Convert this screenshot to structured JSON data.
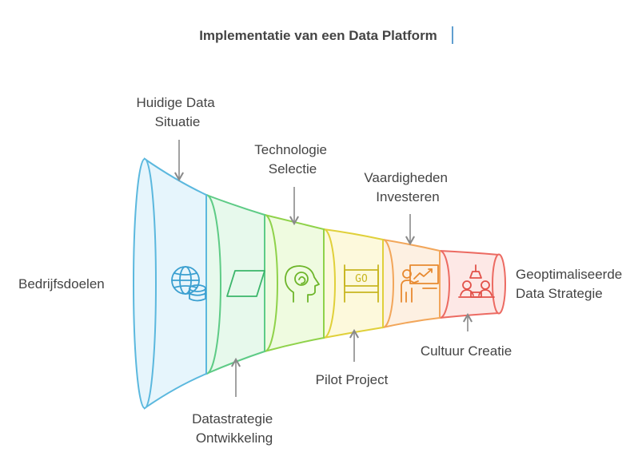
{
  "title": "Implementatie van een Data Platform",
  "stages": [
    {
      "label": "Bedrijfsdoelen",
      "icon": "globe-database-icon",
      "color": "#5bb8de",
      "fill": "#e6f5fc"
    },
    {
      "label": "Datastrategie Ontwikkeling",
      "icon": "parallelogram-icon",
      "color": "#5ecb86",
      "fill": "#e7f9ec"
    },
    {
      "label": "Technologie Selectie",
      "icon": "brain-head-icon",
      "color": "#8fd24a",
      "fill": "#effbe0"
    },
    {
      "label": "Pilot Project",
      "icon": "go-sign-icon",
      "color": "#e0d03a",
      "fill": "#fdf9dc"
    },
    {
      "label": "Vaardigheden Investeren",
      "icon": "presenter-chart-icon",
      "color": "#f2a65a",
      "fill": "#fdf0e2"
    },
    {
      "label": "Cultuur Creatie",
      "icon": "team-meeting-icon",
      "color": "#ec6a62",
      "fill": "#fde8e6"
    },
    {
      "label": "Geoptimaliseerde Data Strategie",
      "icon": "funnel-exit",
      "color": "#ec6a62",
      "fill": "#fde8e6"
    }
  ],
  "callouts": {
    "huidige": [
      "Huidige Data",
      "Situatie"
    ],
    "technologie": [
      "Technologie",
      "Selectie"
    ],
    "vaardigheden": [
      "Vaardigheden",
      "Investeren"
    ],
    "datastrategie": [
      "Datastrategie",
      "Ontwikkeling"
    ],
    "pilot": [
      "Pilot Project"
    ],
    "cultuur": [
      "Cultuur Creatie"
    ],
    "bedrijfsdoelen": [
      "Bedrijfsdoelen"
    ],
    "geoptimaliseerde": [
      "Geoptimaliseerde",
      "Data Strategie"
    ]
  },
  "icon_texts": {
    "go_sign": "GO"
  },
  "colors": {
    "arrow": "#8a8a8a",
    "text": "#444444",
    "cursor": "#2a7fc0"
  }
}
